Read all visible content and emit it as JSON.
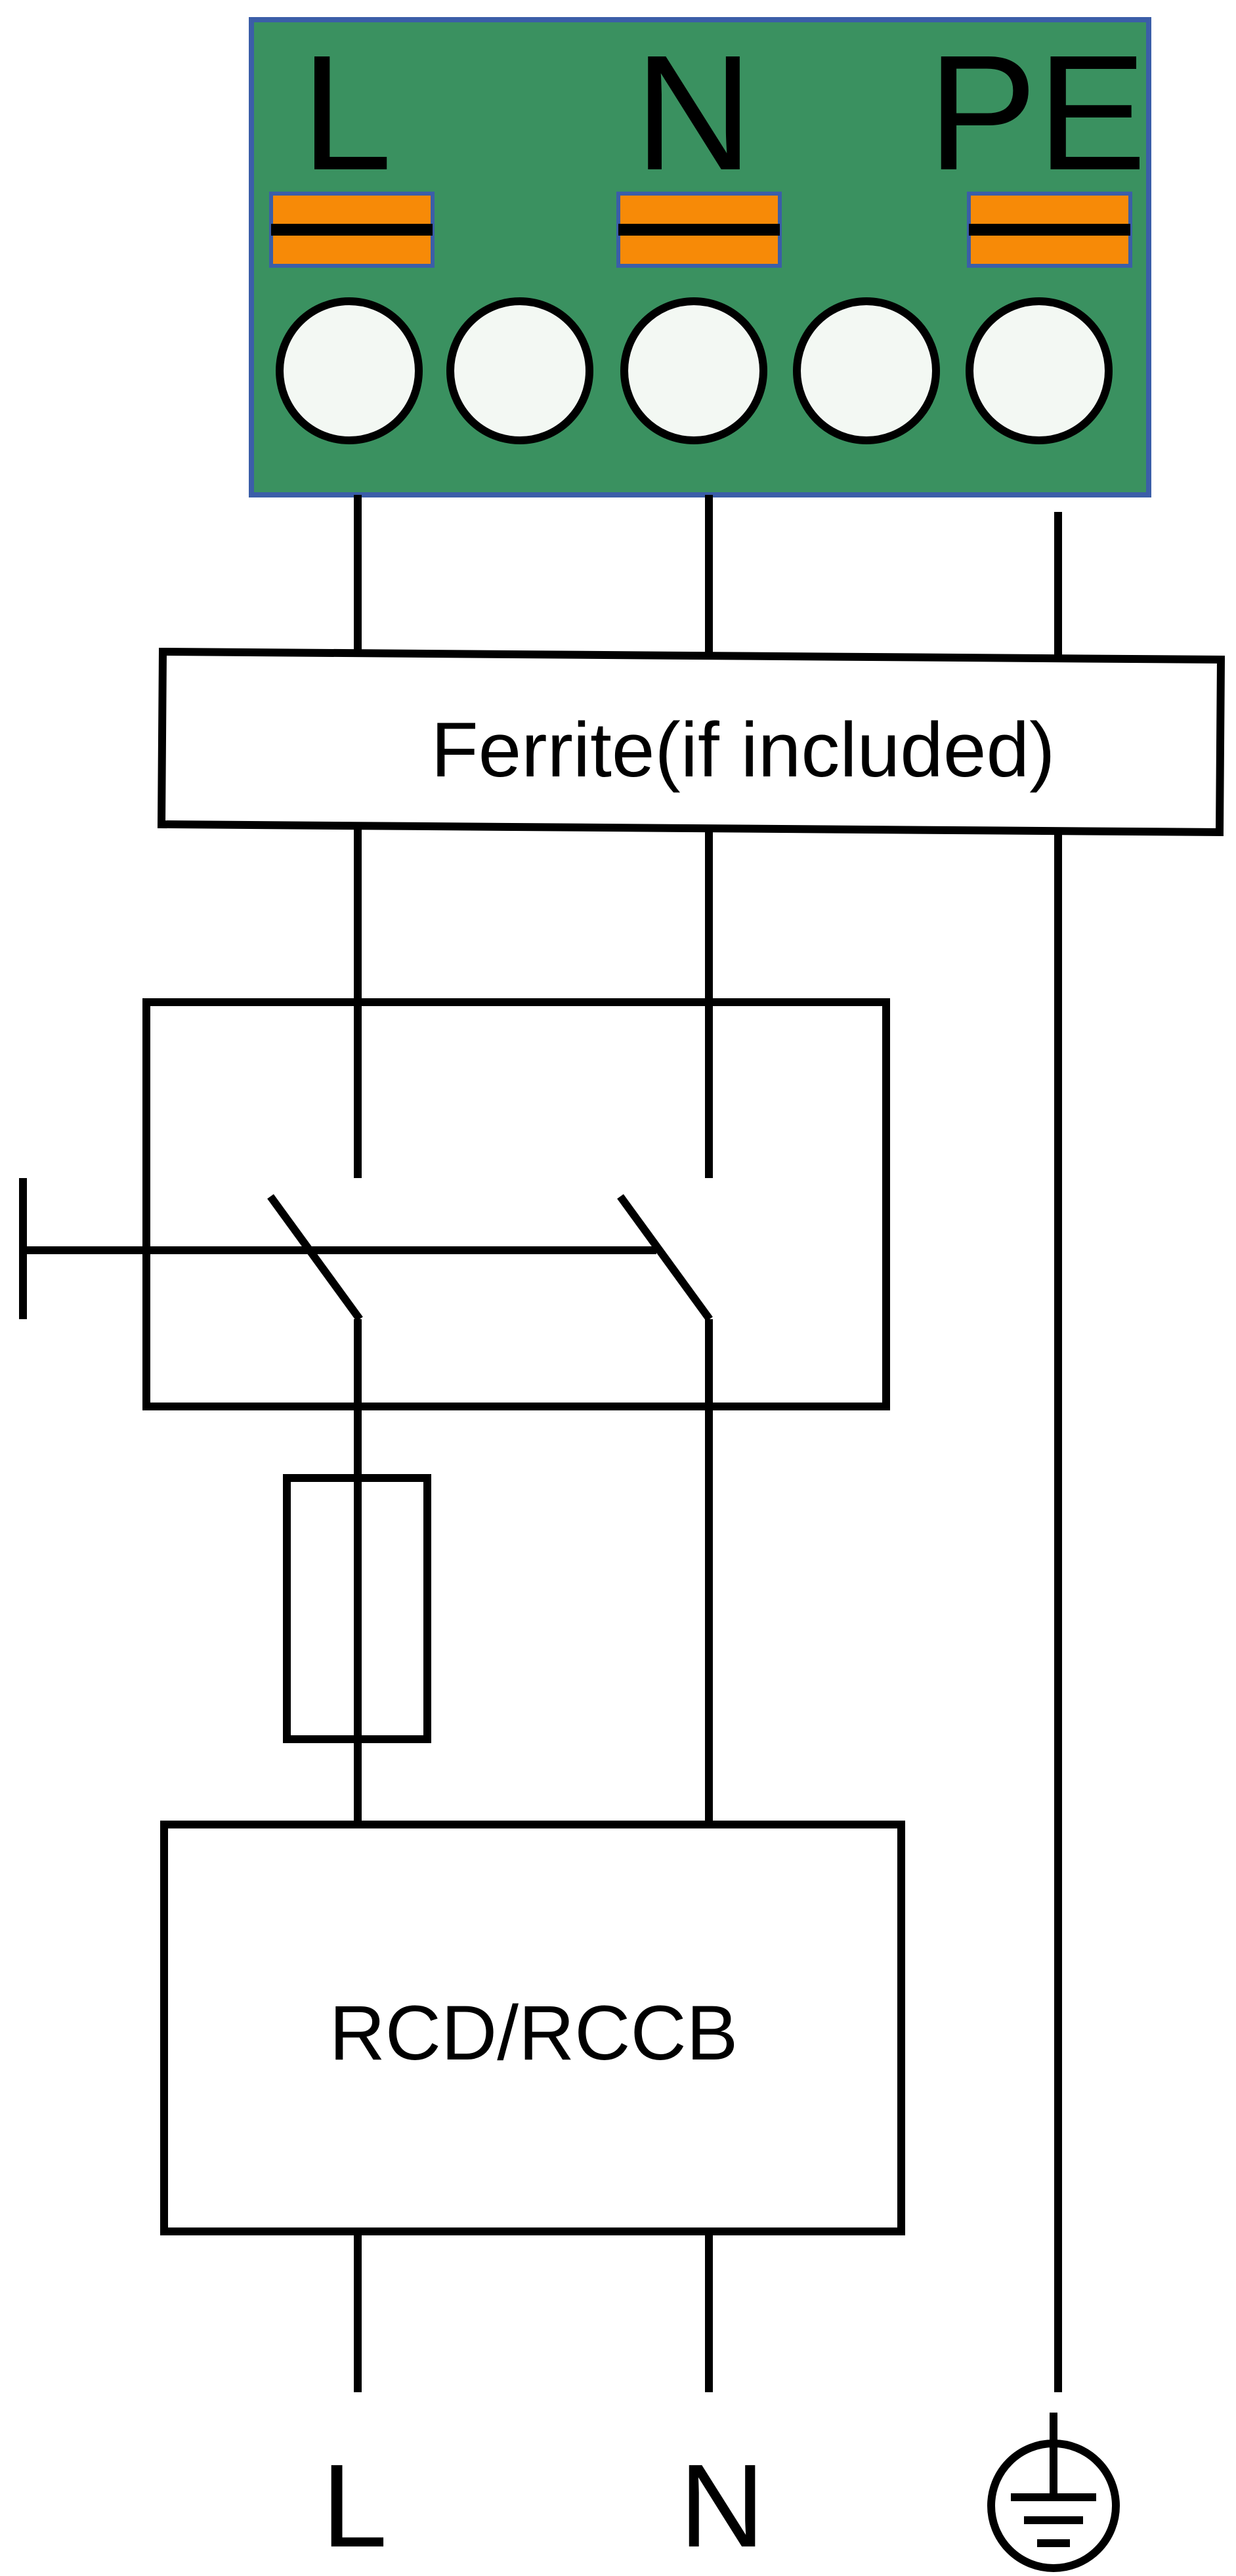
{
  "terminal_block": {
    "labels": {
      "l": "L",
      "n": "N",
      "pe": "PE"
    },
    "board_color": "#3a9160",
    "border_color": "#3b5ea8",
    "contact_color": "#f78a07",
    "hole_color": "#f3f8f3"
  },
  "ferrite": {
    "label": "Ferrite(if included)"
  },
  "rcd": {
    "label": "RCD/RCCB"
  },
  "outputs": {
    "l": "L",
    "n": "N"
  },
  "icons": {
    "earth": "ground-symbol-icon"
  }
}
